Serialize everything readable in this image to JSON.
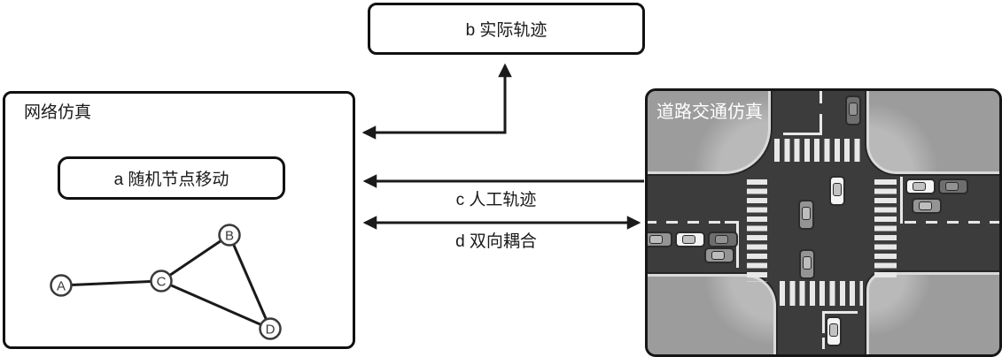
{
  "diagram": {
    "top_box": {
      "label": "b 实际轨迹"
    },
    "network_box": {
      "title": "网络仿真",
      "inner_box": {
        "label": "a 随机节点移动"
      },
      "graph": {
        "nodes": [
          {
            "id": "A",
            "label": "A"
          },
          {
            "id": "B",
            "label": "B"
          },
          {
            "id": "C",
            "label": "C"
          },
          {
            "id": "D",
            "label": "D"
          }
        ],
        "edges": [
          [
            "A",
            "C"
          ],
          [
            "C",
            "B"
          ],
          [
            "C",
            "D"
          ],
          [
            "B",
            "D"
          ]
        ]
      }
    },
    "arrows": {
      "b_link": "bent double-headed arrow from corner up into top box and left into network box",
      "c_label": "c 人工轨迹",
      "d_label": "d 双向耦合"
    },
    "traffic_box": {
      "title": "道路交通仿真"
    },
    "colors": {
      "line": "#1a1a1a",
      "road": "#3c3c3c",
      "block": "#9c9c9c",
      "block_highlight": "#b9b9b9",
      "stripe": "#e8e8e8",
      "background": "#ffffff"
    }
  }
}
